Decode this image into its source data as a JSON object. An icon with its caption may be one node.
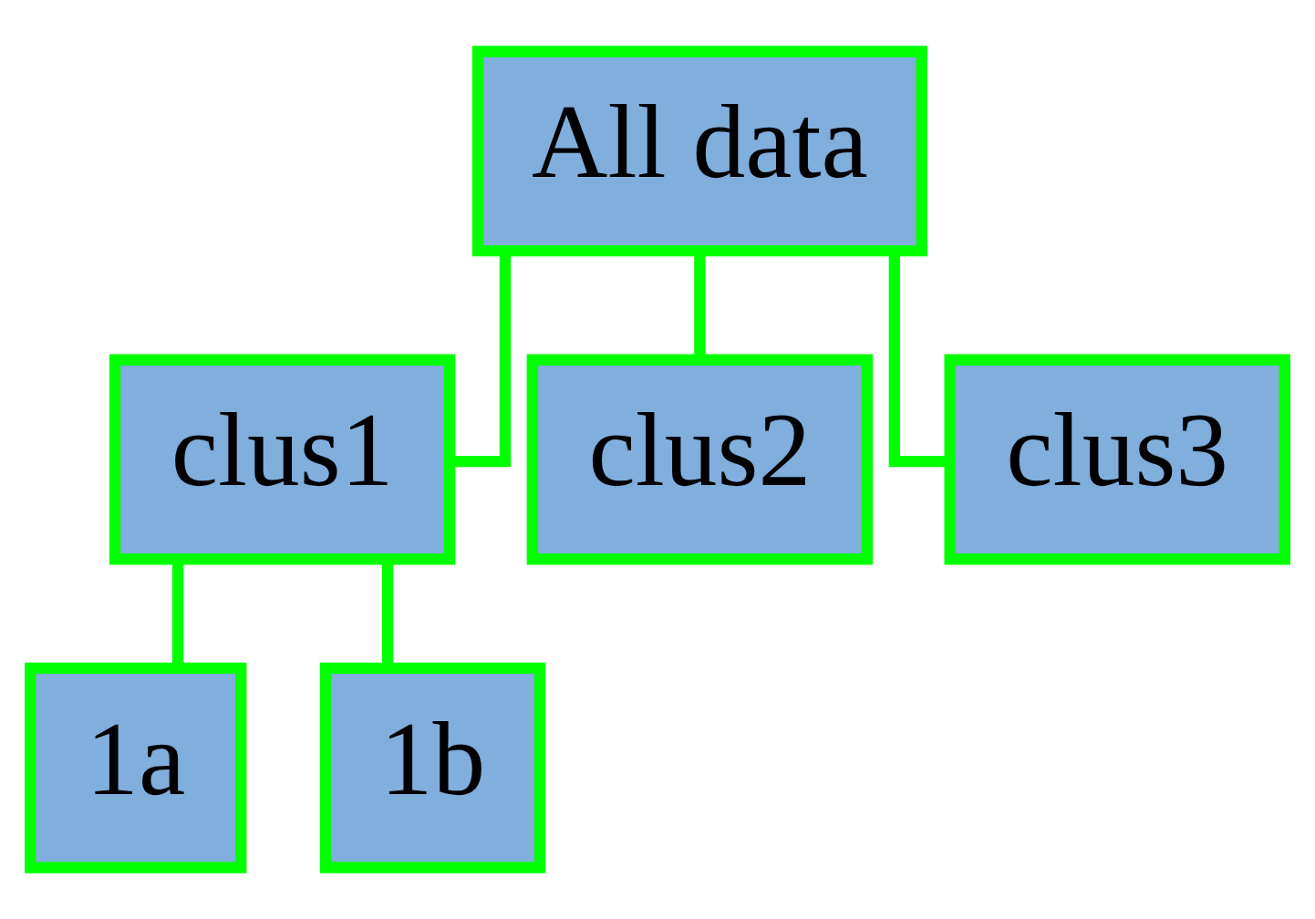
{
  "diagram": {
    "nodes": [
      {
        "text": [
          "All data"
        ]
      },
      {
        "text": [
          "clus1"
        ]
      },
      {
        "text": [
          "clus2"
        ]
      },
      {
        "text": [
          "clus3"
        ]
      },
      {
        "text": [
          "1a"
        ]
      },
      {
        "text": [
          "1b"
        ]
      }
    ],
    "edges": [
      {
        "from": 0,
        "to": 1,
        "arrow": "none"
      },
      {
        "from": 0,
        "to": 2,
        "arrow": "none"
      },
      {
        "from": 0,
        "to": 3,
        "arrow": "none"
      },
      {
        "from": 1,
        "to": 4,
        "arrow": "none"
      },
      {
        "from": 1,
        "to": 5,
        "arrow": "none"
      }
    ]
  }
}
